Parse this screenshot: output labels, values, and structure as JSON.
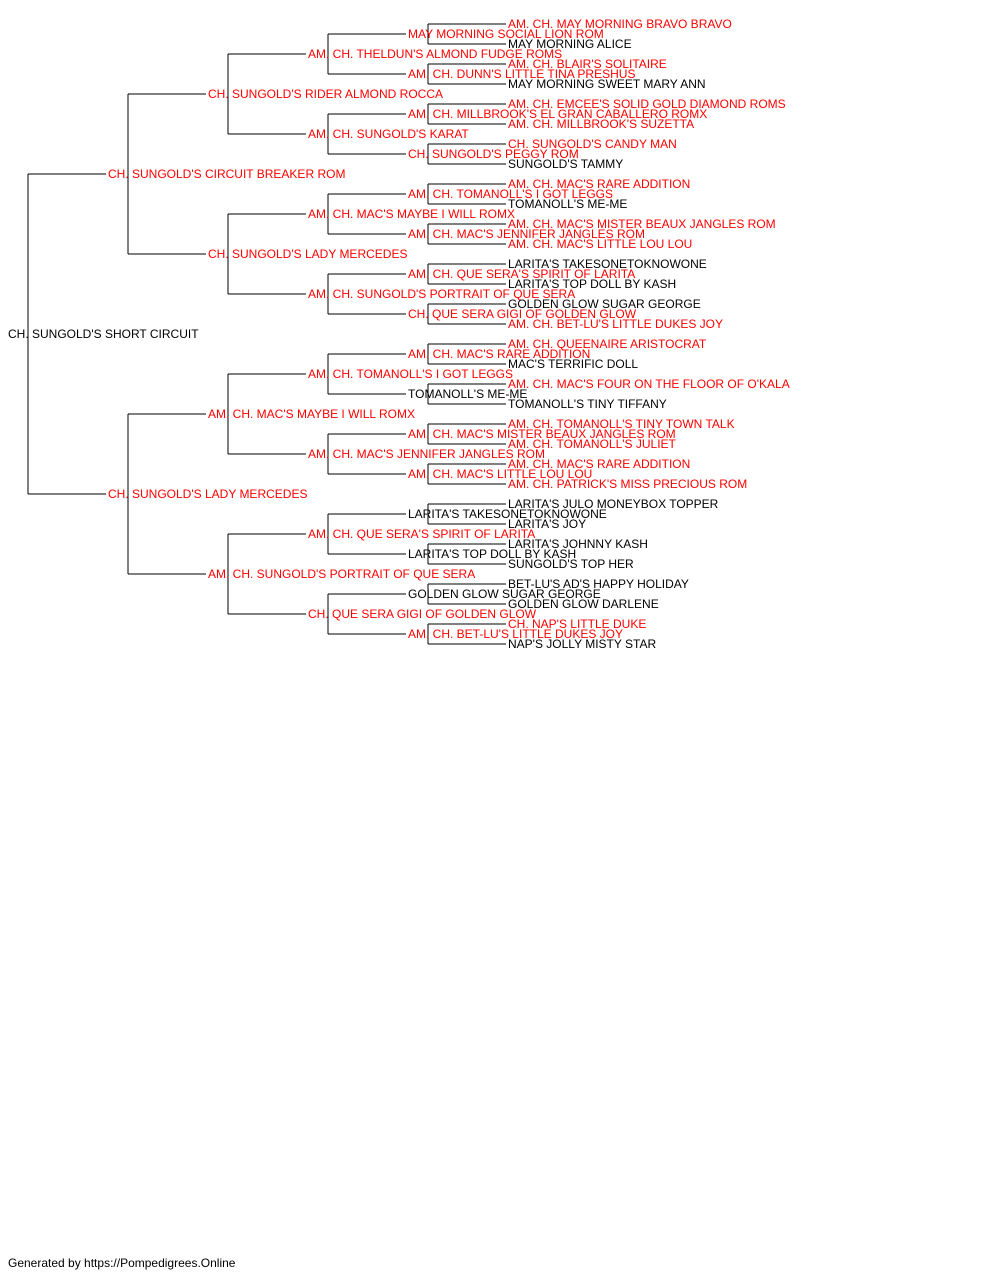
{
  "colors": {
    "titled": "#ff0000",
    "untitled": "#000000",
    "line": "#000000",
    "background": "#ffffff"
  },
  "pedigree": {
    "name": "CH. SUNGOLD'S SHORT CIRCUIT",
    "titled": false,
    "sire": {
      "name": "CH. SUNGOLD'S CIRCUIT BREAKER ROM",
      "titled": true,
      "sire": {
        "name": "CH. SUNGOLD'S RIDER ALMOND ROCCA",
        "titled": true,
        "sire": {
          "name": "AM. CH. THELDUN'S ALMOND FUDGE ROMS",
          "titled": true,
          "sire": {
            "name": "MAY MORNING SOCIAL LION ROM",
            "titled": true,
            "sire": {
              "name": "AM. CH. MAY MORNING BRAVO BRAVO",
              "titled": true
            },
            "dam": {
              "name": "MAY MORNING ALICE",
              "titled": false
            }
          },
          "dam": {
            "name": "AM. CH. DUNN'S LITTLE TINA PRESHUS",
            "titled": true,
            "sire": {
              "name": "AM. CH. BLAIR'S SOLITAIRE",
              "titled": true
            },
            "dam": {
              "name": "MAY MORNING SWEET MARY ANN",
              "titled": false
            }
          }
        },
        "dam": {
          "name": "AM. CH. SUNGOLD'S KARAT",
          "titled": true,
          "sire": {
            "name": "AM. CH. MILLBROOK'S EL GRAN CABALLERO ROMX",
            "titled": true,
            "sire": {
              "name": "AM. CH. EMCEE'S SOLID GOLD DIAMOND ROMS",
              "titled": true
            },
            "dam": {
              "name": "AM. CH. MILLBROOK'S SUZETTA",
              "titled": true
            }
          },
          "dam": {
            "name": "CH. SUNGOLD'S PEGGY ROM",
            "titled": true,
            "sire": {
              "name": "CH. SUNGOLD'S CANDY MAN",
              "titled": true
            },
            "dam": {
              "name": "SUNGOLD'S TAMMY",
              "titled": false
            }
          }
        }
      },
      "dam": {
        "name": "CH. SUNGOLD'S LADY MERCEDES",
        "titled": true,
        "sire": {
          "name": "AM. CH. MAC'S MAYBE I WILL ROMX",
          "titled": true,
          "sire": {
            "name": "AM. CH. TOMANOLL'S I GOT LEGGS",
            "titled": true,
            "sire": {
              "name": "AM. CH. MAC'S RARE ADDITION",
              "titled": true
            },
            "dam": {
              "name": "TOMANOLL'S ME-ME",
              "titled": false
            }
          },
          "dam": {
            "name": "AM. CH. MAC'S JENNIFER JANGLES ROM",
            "titled": true,
            "sire": {
              "name": "AM. CH. MAC'S MISTER BEAUX JANGLES ROM",
              "titled": true
            },
            "dam": {
              "name": "AM. CH. MAC'S LITTLE LOU LOU",
              "titled": true
            }
          }
        },
        "dam": {
          "name": "AM. CH. SUNGOLD'S PORTRAIT OF QUE SERA",
          "titled": true,
          "sire": {
            "name": "AM. CH. QUE SERA'S SPIRIT OF LARITA",
            "titled": true,
            "sire": {
              "name": "LARITA'S TAKESONETOKNOWONE",
              "titled": false
            },
            "dam": {
              "name": "LARITA'S TOP DOLL BY KASH",
              "titled": false
            }
          },
          "dam": {
            "name": "CH. QUE SERA GIGI OF GOLDEN GLOW",
            "titled": true,
            "sire": {
              "name": "GOLDEN GLOW SUGAR GEORGE",
              "titled": false
            },
            "dam": {
              "name": "AM. CH. BET-LU'S LITTLE DUKES JOY",
              "titled": true
            }
          }
        }
      }
    },
    "dam": {
      "name": "CH. SUNGOLD'S LADY MERCEDES",
      "titled": true,
      "sire": {
        "name": "AM. CH. MAC'S MAYBE I WILL ROMX",
        "titled": true,
        "sire": {
          "name": "AM. CH. TOMANOLL'S I GOT LEGGS",
          "titled": true,
          "sire": {
            "name": "AM. CH. MAC'S RARE ADDITION",
            "titled": true,
            "sire": {
              "name": "AM. CH. QUEENAIRE ARISTOCRAT",
              "titled": true
            },
            "dam": {
              "name": "MAC'S TERRIFIC DOLL",
              "titled": false
            }
          },
          "dam": {
            "name": "TOMANOLL'S ME-ME",
            "titled": false,
            "sire": {
              "name": "AM. CH. MAC'S FOUR ON THE FLOOR OF O'KALA",
              "titled": true
            },
            "dam": {
              "name": "TOMANOLL'S TINY TIFFANY",
              "titled": false
            }
          }
        },
        "dam": {
          "name": "AM. CH. MAC'S JENNIFER JANGLES ROM",
          "titled": true,
          "sire": {
            "name": "AM. CH. MAC'S MISTER BEAUX JANGLES ROM",
            "titled": true,
            "sire": {
              "name": "AM. CH. TOMANOLL'S TINY TOWN TALK",
              "titled": true
            },
            "dam": {
              "name": "AM. CH. TOMANOLL'S JULIET",
              "titled": true
            }
          },
          "dam": {
            "name": "AM. CH. MAC'S LITTLE LOU LOU",
            "titled": true,
            "sire": {
              "name": "AM. CH. MAC'S RARE ADDITION",
              "titled": true
            },
            "dam": {
              "name": "AM. CH. PATRICK'S MISS PRECIOUS ROM",
              "titled": true
            }
          }
        }
      },
      "dam": {
        "name": "AM. CH. SUNGOLD'S PORTRAIT OF QUE SERA",
        "titled": true,
        "sire": {
          "name": "AM. CH. QUE SERA'S SPIRIT OF LARITA",
          "titled": true,
          "sire": {
            "name": "LARITA'S TAKESONETOKNOWONE",
            "titled": false,
            "sire": {
              "name": "LARITA'S JULO MONEYBOX TOPPER",
              "titled": false
            },
            "dam": {
              "name": "LARITA'S JOY",
              "titled": false
            }
          },
          "dam": {
            "name": "LARITA'S TOP DOLL BY KASH",
            "titled": false,
            "sire": {
              "name": "LARITA'S JOHNNY KASH",
              "titled": false
            },
            "dam": {
              "name": "SUNGOLD'S TOP HER",
              "titled": false
            }
          }
        },
        "dam": {
          "name": "CH. QUE SERA GIGI OF GOLDEN GLOW",
          "titled": true,
          "sire": {
            "name": "GOLDEN GLOW SUGAR GEORGE",
            "titled": false,
            "sire": {
              "name": "BET-LU'S AD'S HAPPY HOLIDAY",
              "titled": false
            },
            "dam": {
              "name": "GOLDEN GLOW DARLENE",
              "titled": false
            }
          },
          "dam": {
            "name": "AM. CH. BET-LU'S LITTLE DUKES JOY",
            "titled": true,
            "sire": {
              "name": "CH. NAP'S LITTLE DUKE",
              "titled": true
            },
            "dam": {
              "name": "NAP'S JOLLY MISTY STAR",
              "titled": false
            }
          }
        }
      }
    }
  },
  "footer": {
    "text": "Generated by https://Pompedigrees.Online"
  }
}
